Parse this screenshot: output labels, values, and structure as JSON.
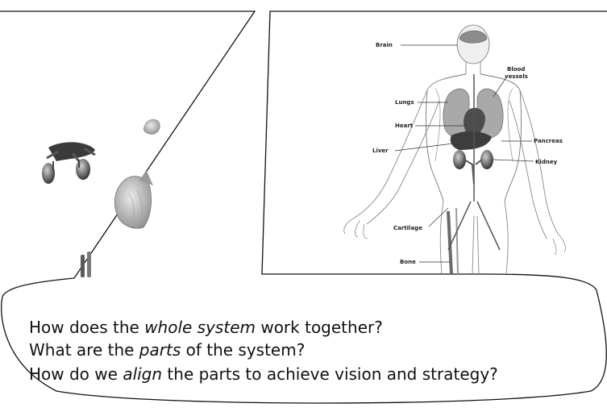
{
  "slide": {
    "questions": [
      {
        "before": "How does the ",
        "emph": "whole system",
        "after": " work together?"
      },
      {
        "before": "What are the ",
        "emph": "parts",
        "after": " of the system?"
      },
      {
        "before": "How do we ",
        "emph": "align",
        "after": " the parts to achieve vision and strategy?"
      }
    ]
  },
  "diagram": {
    "labels": {
      "brain": "Brain",
      "blood_vessels_1": "Blood",
      "blood_vessels_2": "vessels",
      "lungs": "Lungs",
      "heart": "Heart",
      "pancreas": "Pancreas",
      "liver": "Liver",
      "kidney": "Kidney",
      "cartilage": "Cartilage",
      "bone": "Bone"
    }
  }
}
